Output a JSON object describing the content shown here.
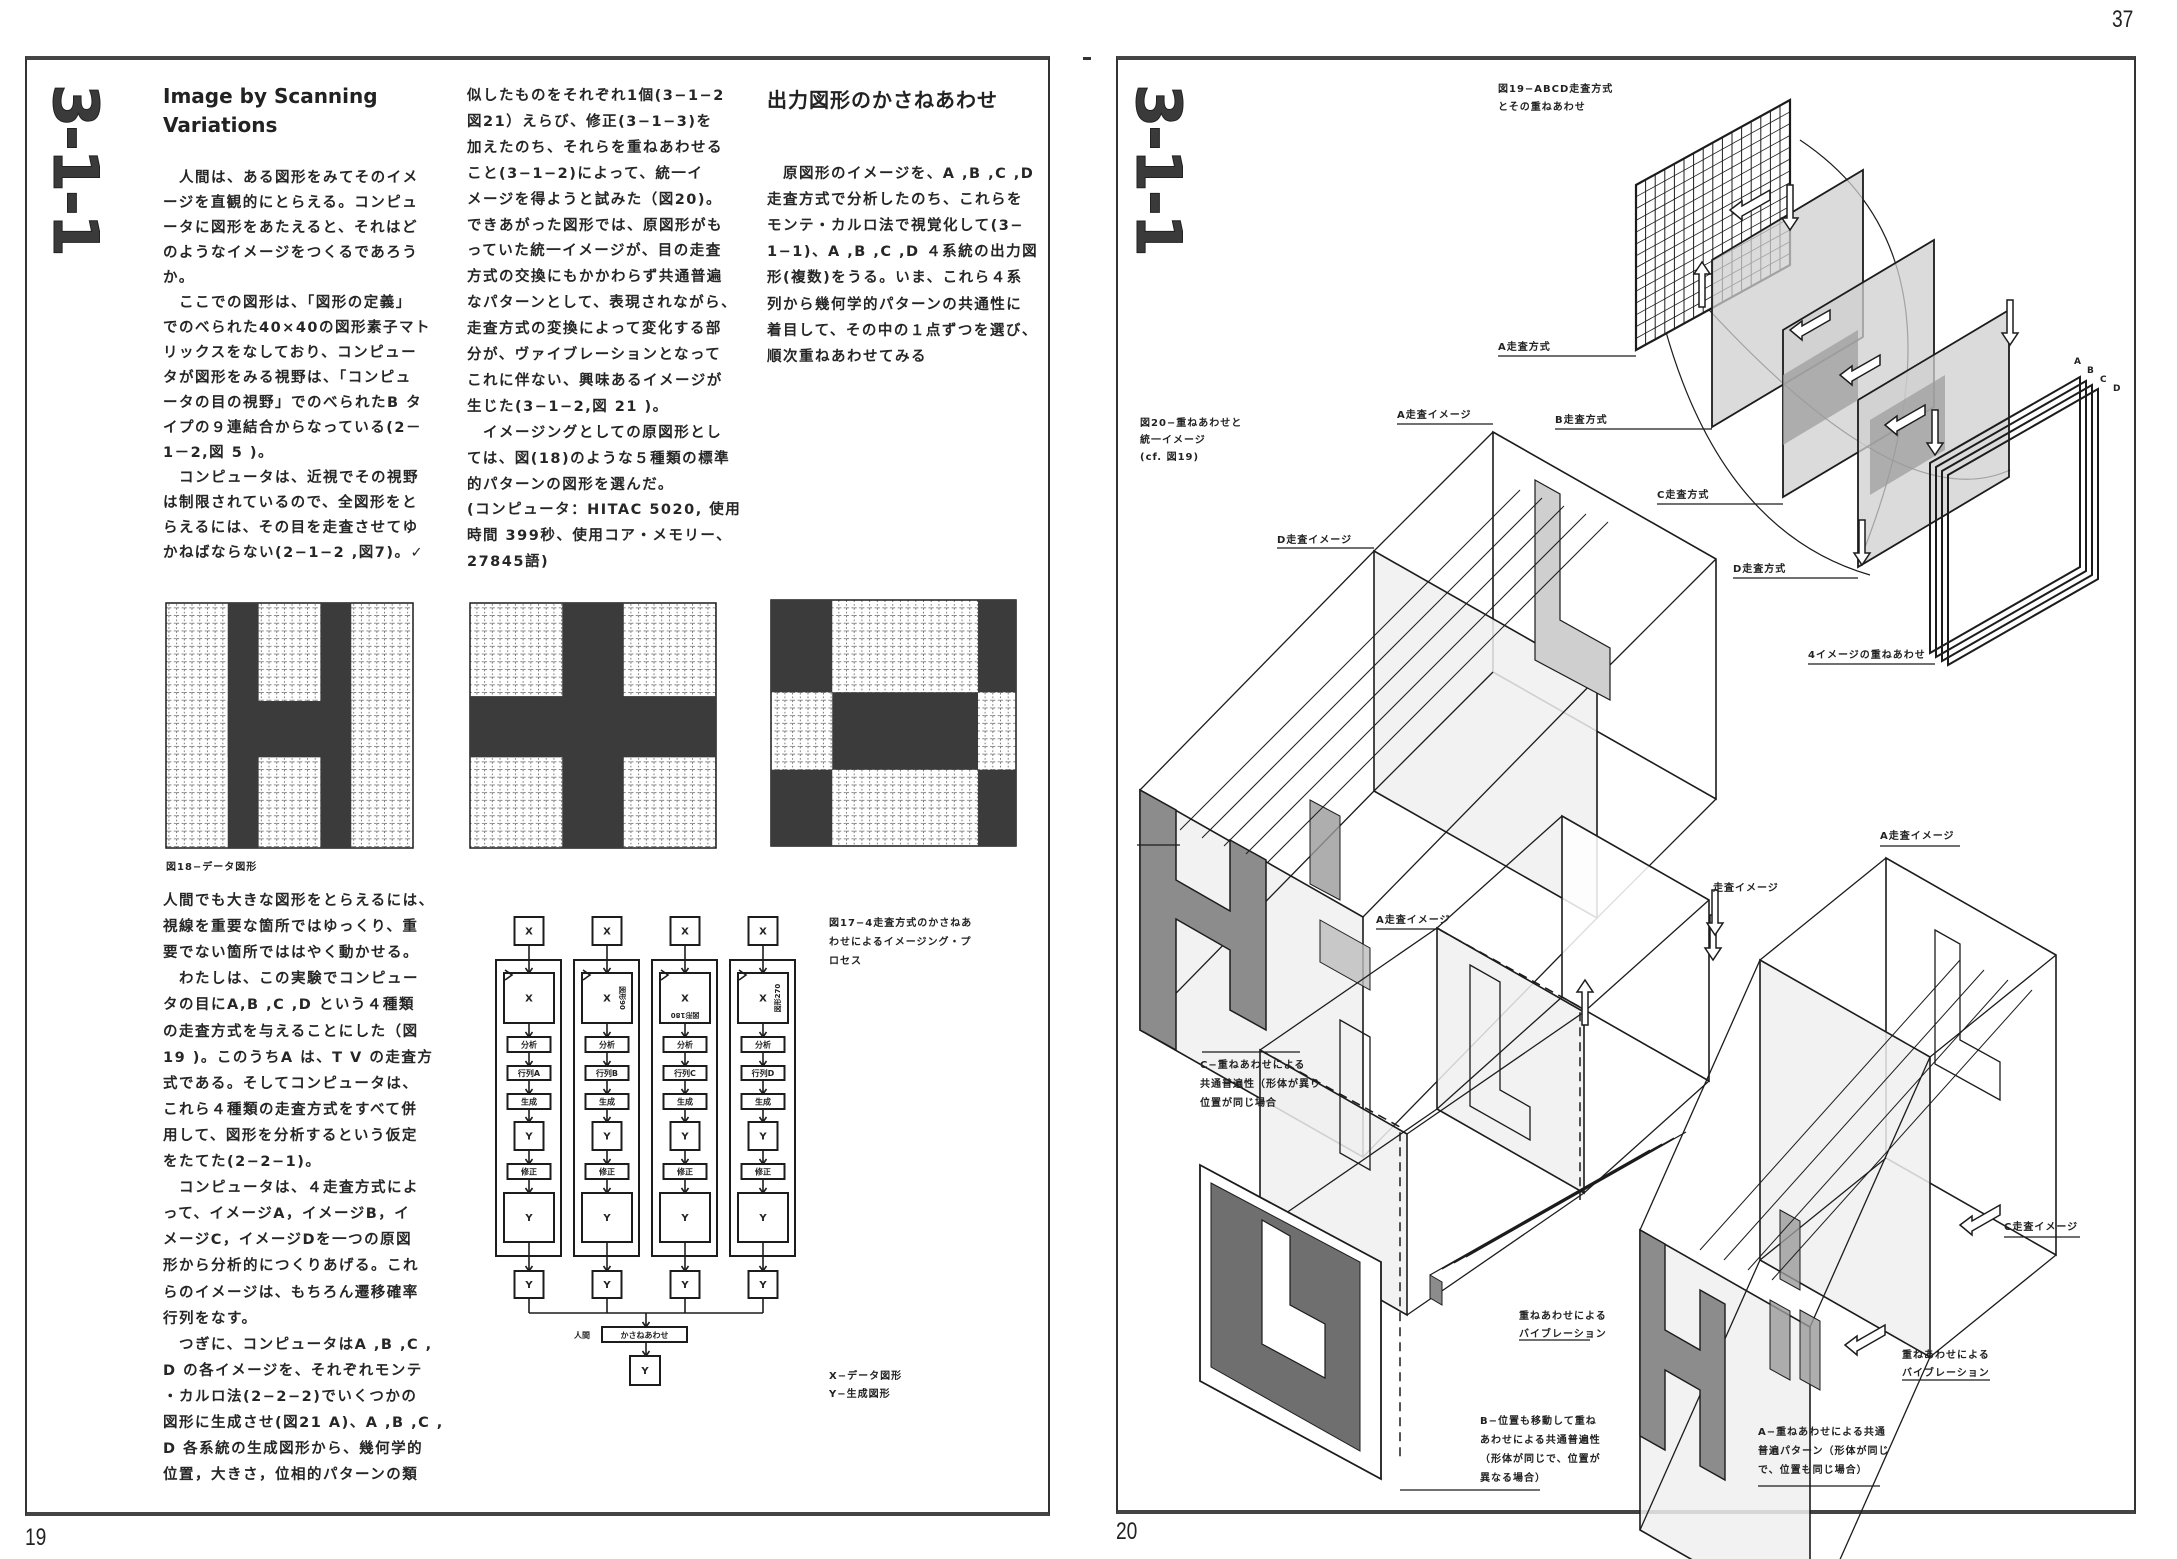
{
  "page_header": {
    "book_page_number": "37"
  },
  "left_page": {
    "logo": "3-1-1",
    "page_number": "19",
    "title_lines": [
      "Image by Scanning",
      "Variations"
    ],
    "column1": [
      "　人間は、ある図形をみてそのイメ",
      "ージを直観的にとらえる。コンピュ",
      "ータに図形をあたえると、それはど",
      "のようなイメージをつくるであろう",
      "か。",
      "　ここでの図形は、「図形の定義」",
      "でのべられた40×40の図形素子マト",
      "リックスをなしており、コンピュー",
      "タが図形をみる視野は、「コンピュ",
      "ータの目の視野」でのべられたB タ",
      "イプの９連結合からなっている(2－",
      "1－2,図 5 )。",
      "　コンピュータは、近視でその視野",
      "は制限されているので、全図形をと",
      "らえるには、その目を走査させてゆ",
      "かねばならない(2−1−2 ,図7)。✓"
    ],
    "column2": [
      "似したものをそれぞれ1個(3−1−2",
      "図21）えらび、修正(3−1−3)を",
      "加えたのち、それらを重ねあわせる",
      "こと(3−1−2)によって、統一イ",
      "メージを得ようと試みた（図20)。",
      "できあがった図形では、原図形がも",
      "っていた統一イメージが、目の走査",
      "方式の交換にもかかわらず共通普遍",
      "なパターンとして、表現されながら、",
      "走査方式の変換によって変化する部",
      "分が、ヴァイブレーションとなって",
      "これに伴ない、興味あるイメージが",
      "生じた(3−1−2,図 21 )。",
      "　イメージングとしての原図形とし",
      "ては、図(18)のような５種類の標準",
      "的パターンの図形を選んだ。",
      "(コンピュータ：HITAC 5020, 使用",
      "時間 399秒、使用コア・メモリー、",
      "27845語)"
    ],
    "column3_heading": "出力図形のかさねあわせ",
    "column3": [
      "　原図形のイメージを、A ,B ,C ,D",
      "走査方式で分析したのち、これらを",
      "モンテ・カルロ法で視覚化して(3−",
      "1−1)、A ,B ,C ,D ４系統の出力図",
      "形(複数)をうる。いま、これら４系",
      "列から幾何学的パターンの共通性に",
      "着目して、その中の１点ずつを選び、",
      "順次重ねあわせてみる"
    ],
    "column4": [
      "人間でも大きな図形をとらえるには、",
      "視線を重要な箇所ではゆっくり、重",
      "要でない箇所でははやく動かせる。",
      "　わたしは、この実験でコンピュー",
      "タの目にA,B ,C ,D という４種類",
      "の走査方式を与えることにした（図",
      " 19 )。このうちA は、T V の走査方",
      "式である。そしてコンピュータは、",
      "これら４種類の走査方式をすべて併",
      "用して、図形を分析するという仮定",
      "をたてた(2−2−1)。",
      "　コンピュータは、４走査方式によ",
      "って、イメージA，イメージB，イ",
      "メージC，イメージDを一つの原図",
      "形から分析的につくりあげる。これ",
      "らのイメージは、もちろん遷移確率",
      "行列をなす。",
      "　つぎに、コンピュータはA ,B ,C ,",
      "D の各イメージを、それぞれモンテ",
      "・カルロ法(2−2−2)でいくつかの",
      "図形に生成させ(図21 A)、A ,B ,C ,",
      "D 各系統の生成図形から、幾何学的",
      "位置，大きさ，位相的パターンの類"
    ],
    "fig18": {
      "caption": "図18−データ図形",
      "patterns": [
        "H",
        "cross",
        "ring-cross"
      ]
    },
    "fig17": {
      "caption_lines": [
        "図17−4走査方式のかさねあ",
        "わせによるイメージング・プ",
        "ロセス"
      ],
      "legend": [
        "X−データ図形",
        "Y−生成図形"
      ],
      "columns": [
        {
          "input": "X",
          "source": "X",
          "rotation_label": "",
          "analyze": "分析",
          "matrix": "行列A",
          "generate": "生成",
          "gen_out": "Y",
          "correct": "修正",
          "result": "Y",
          "output": "Y"
        },
        {
          "input": "X",
          "source": "X",
          "rotation_label": "図形90",
          "analyze": "分析",
          "matrix": "行列B",
          "generate": "生成",
          "gen_out": "Y",
          "correct": "修正",
          "result": "Y",
          "output": "Y"
        },
        {
          "input": "X",
          "source": "X",
          "rotation_label": "図形180",
          "analyze": "分析",
          "matrix": "行列C",
          "generate": "生成",
          "gen_out": "Y",
          "correct": "修正",
          "result": "Y",
          "output": "Y"
        },
        {
          "input": "X",
          "source": "X",
          "rotation_label": "図形270",
          "analyze": "分析",
          "matrix": "行列D",
          "generate": "生成",
          "gen_out": "Y",
          "correct": "修正",
          "result": "Y",
          "output": "Y"
        }
      ],
      "merge_actor": "人間",
      "merge_label": "かさねあわせ",
      "final": "Y"
    }
  },
  "right_page": {
    "logo": "3-1-1",
    "page_number": "20",
    "fig19": {
      "caption_lines": [
        "図19−ABCD走査方式",
        "とその重ねあわせ"
      ],
      "labels": {
        "a": "A走査方式",
        "b": "B走査方式",
        "c": "C走査方式",
        "d": "D走査方式",
        "overlay": "4イメージの重ねあわせ"
      },
      "frame_letters": [
        "A",
        "B",
        "C",
        "D"
      ]
    },
    "fig20": {
      "caption_lines": [
        "図20−重ねあわせと",
        "統一イメージ",
        "(cf. 図19)"
      ],
      "upper": {
        "a_image": "A走査イメージ",
        "d_image": "D走査イメージ"
      },
      "lower_left": {
        "a_image": "A走査イメージ",
        "scan_image": "走査イメージ",
        "caption_c": [
          "C−重ねあわせによる",
          "共通普遍性（形体が異り",
          "位置が同じ場合"
        ],
        "vibration": [
          "重ねあわせによる",
          "バイブレーション"
        ],
        "caption_b": [
          "B−位置も移動して重ね",
          "あわせによる共通普遍性",
          "（形体が同じで、位置が",
          "異なる場合）"
        ]
      },
      "lower_right": {
        "a_image": "A走査イメージ",
        "c_image": "C走査イメージ",
        "vibration": [
          "重ねあわせによる",
          "バイブレーション"
        ],
        "caption_a": [
          "A−重ねあわせによる共通",
          "普遍パターン（形体が同じ",
          "で、位置も同じ場合）"
        ]
      }
    }
  },
  "colors": {
    "ink": "#1c1c1c",
    "shade": "#4a4a4a",
    "light_shade": "#cfcfcf"
  }
}
